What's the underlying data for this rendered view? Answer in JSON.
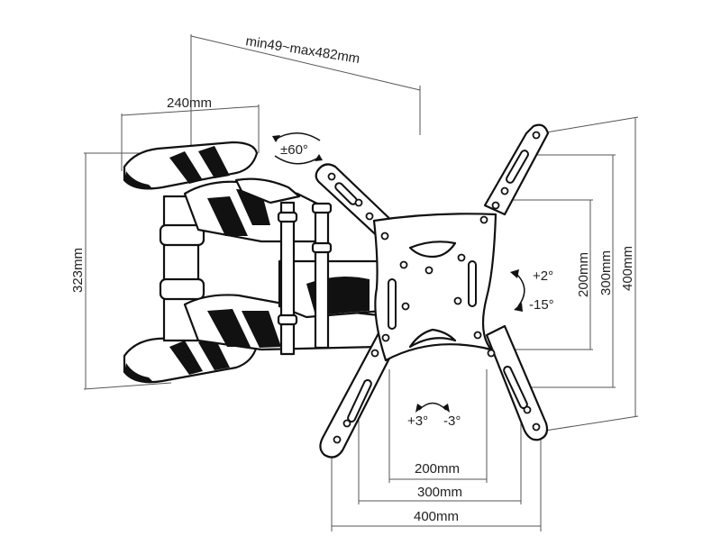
{
  "labels": {
    "extension": "min49~max482mm",
    "arm_width": "240mm",
    "arm_height": "323mm",
    "swivel": "±60°",
    "tilt_up": "+2°",
    "tilt_down": "-15°",
    "rotate_left": "+3°",
    "rotate_right": "-3°",
    "vesa_v_200": "200mm",
    "vesa_v_300": "300mm",
    "vesa_v_400": "400mm",
    "vesa_h_200": "200mm",
    "vesa_h_300": "300mm",
    "vesa_h_400": "400mm"
  }
}
